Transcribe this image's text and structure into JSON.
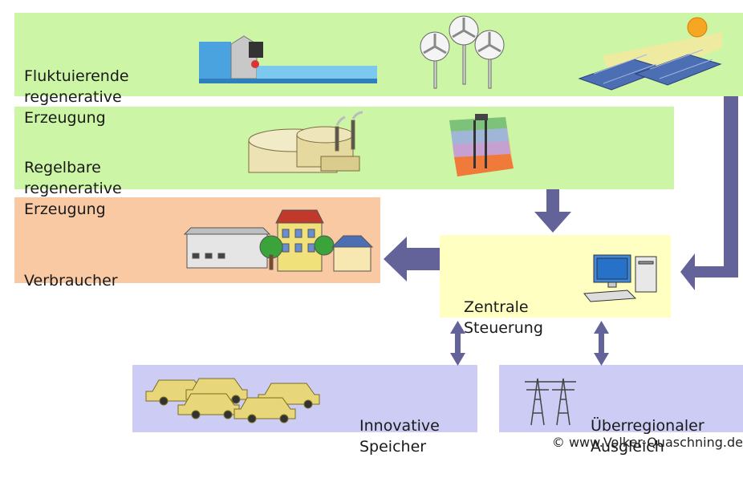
{
  "colors": {
    "green_box": "#ccf5a6",
    "orange_box": "#f9c9a3",
    "yellow_box": "#ffffc2",
    "lavender_box": "#ccccf5",
    "arrow": "#636399"
  },
  "boxes": {
    "fluctuating": {
      "lines": [
        "Fluktuierende",
        "regenerative",
        "Erzeugung"
      ],
      "icons": [
        "hydro-dam-icon",
        "wind-turbines-icon",
        "solar-panels-icon"
      ]
    },
    "controllable": {
      "lines": [
        "Regelbare",
        "regenerative",
        "Erzeugung"
      ],
      "icons": [
        "biogas-plant-icon",
        "geothermal-icon"
      ]
    },
    "consumer": {
      "lines": [
        "Verbraucher"
      ],
      "icons": [
        "buildings-icon"
      ]
    },
    "control": {
      "lines": [
        "Zentrale",
        "Steuerung"
      ],
      "icons": [
        "computer-icon"
      ]
    },
    "storage": {
      "lines": [
        "Innovative",
        "Speicher"
      ],
      "icons": [
        "electric-cars-icon"
      ]
    },
    "balancing": {
      "lines": [
        "Überregionaler",
        "Ausgleich"
      ],
      "icons": [
        "power-pylons-icon"
      ]
    }
  },
  "copyright": "© www.Volker-Quaschning.de"
}
